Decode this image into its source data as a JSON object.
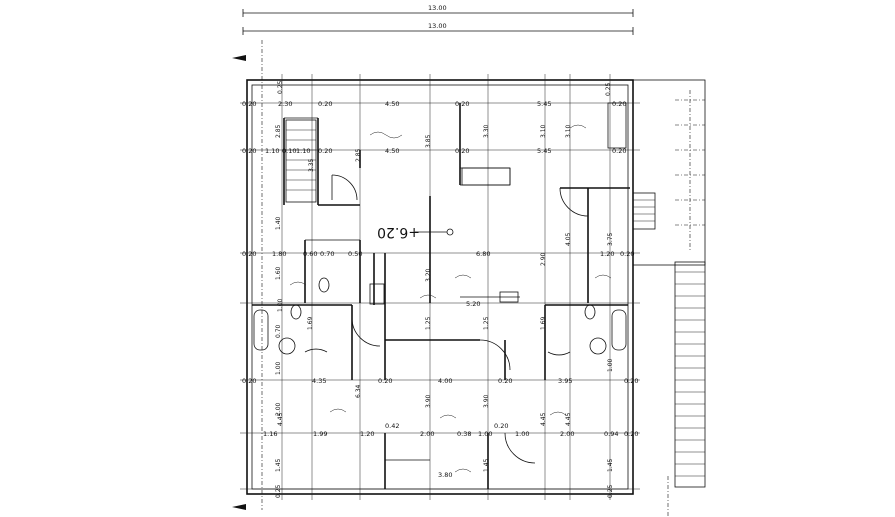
{
  "overall": {
    "top_dim_1": "13.00",
    "top_dim_2": "13.00"
  },
  "level_marker": "+6.20",
  "row_labels": [
    {
      "id": "r1-0",
      "text": "0.20"
    },
    {
      "id": "r1-1",
      "text": "2.30"
    },
    {
      "id": "r1-2",
      "text": "0.20"
    },
    {
      "id": "r1-3",
      "text": "4.50"
    },
    {
      "id": "r1-4",
      "text": "0.20"
    },
    {
      "id": "r1-5",
      "text": "5.45"
    },
    {
      "id": "r1-6",
      "text": "0.20"
    },
    {
      "id": "r2-0",
      "text": "0.20"
    },
    {
      "id": "r2-1",
      "text": "1.10"
    },
    {
      "id": "r2-2",
      "text": "0.10"
    },
    {
      "id": "r2-3",
      "text": "1.10"
    },
    {
      "id": "r2-4",
      "text": "0.20"
    },
    {
      "id": "r2-5",
      "text": "4.50"
    },
    {
      "id": "r2-6",
      "text": "0.20"
    },
    {
      "id": "r2-7",
      "text": "5.45"
    },
    {
      "id": "r2-8",
      "text": "0.20"
    },
    {
      "id": "r3-0",
      "text": "0.20"
    },
    {
      "id": "r3-1",
      "text": "1.80"
    },
    {
      "id": "r3-2",
      "text": "0.60"
    },
    {
      "id": "r3-3",
      "text": "0.70"
    },
    {
      "id": "r3-4",
      "text": "0.50"
    },
    {
      "id": "r3-5",
      "text": "6.80"
    },
    {
      "id": "r3-6",
      "text": "1.20"
    },
    {
      "id": "r3-7",
      "text": "0.20"
    },
    {
      "id": "r4-0",
      "text": "5.20"
    },
    {
      "id": "r5-0",
      "text": "0.20"
    },
    {
      "id": "r5-1",
      "text": "4.35"
    },
    {
      "id": "r5-2",
      "text": "0.20"
    },
    {
      "id": "r5-3",
      "text": "4.00"
    },
    {
      "id": "r5-4",
      "text": "0.20"
    },
    {
      "id": "r5-5",
      "text": "3.95"
    },
    {
      "id": "r5-6",
      "text": "0.20"
    },
    {
      "id": "r6-0",
      "text": "1.16"
    },
    {
      "id": "r6-1",
      "text": "1.99"
    },
    {
      "id": "r6-2",
      "text": "1.20"
    },
    {
      "id": "r6-3",
      "text": "2.00"
    },
    {
      "id": "r6-4",
      "text": "0.38"
    },
    {
      "id": "r6-5",
      "text": "1.00"
    },
    {
      "id": "r6-6",
      "text": "1.00"
    },
    {
      "id": "r6-7",
      "text": "2.00"
    },
    {
      "id": "r6-8",
      "text": "0.94"
    },
    {
      "id": "r6-9",
      "text": "0.20"
    },
    {
      "id": "r7-0",
      "text": "3.80"
    },
    {
      "id": "r7-1",
      "text": "0.42"
    },
    {
      "id": "r7-2",
      "text": "0.20"
    }
  ],
  "col_labels": [
    {
      "id": "c-0",
      "text": "0.25"
    },
    {
      "id": "c-1",
      "text": "2.85"
    },
    {
      "id": "c-2",
      "text": "3.35"
    },
    {
      "id": "c-3",
      "text": "1.40"
    },
    {
      "id": "c-4",
      "text": "1.60"
    },
    {
      "id": "c-5",
      "text": "0.70"
    },
    {
      "id": "c-6",
      "text": "1.00"
    },
    {
      "id": "c-7",
      "text": "2.00"
    },
    {
      "id": "c-8",
      "text": "1.45"
    },
    {
      "id": "c-9",
      "text": "0.25"
    },
    {
      "id": "c-10",
      "text": "3.30"
    },
    {
      "id": "c-11",
      "text": "3.10"
    },
    {
      "id": "c-12",
      "text": "3.10"
    },
    {
      "id": "c-13",
      "text": "4.05"
    },
    {
      "id": "c-14",
      "text": "3.75"
    },
    {
      "id": "c-15",
      "text": "1.69"
    },
    {
      "id": "c-16",
      "text": "1.00"
    },
    {
      "id": "c-17",
      "text": "4.45"
    },
    {
      "id": "c-18",
      "text": "1.45"
    },
    {
      "id": "c-19",
      "text": "3.90"
    },
    {
      "id": "c-20",
      "text": "3.90"
    },
    {
      "id": "c-21",
      "text": "1.25"
    },
    {
      "id": "c-22",
      "text": "1.25"
    },
    {
      "id": "c-23",
      "text": "6.34"
    },
    {
      "id": "c-24",
      "text": "4.45"
    },
    {
      "id": "c-25",
      "text": "3.20"
    },
    {
      "id": "c-26",
      "text": "2.90"
    },
    {
      "id": "c-27",
      "text": "1.69"
    },
    {
      "id": "c-28",
      "text": "1.00"
    },
    {
      "id": "c-29",
      "text": "4.45"
    },
    {
      "id": "c-30",
      "text": "1.45"
    },
    {
      "id": "c-31",
      "text": "2.85"
    },
    {
      "id": "c-32",
      "text": "3.85"
    },
    {
      "id": "c-33",
      "text": "0.25"
    },
    {
      "id": "c-34",
      "text": "0.25"
    }
  ]
}
